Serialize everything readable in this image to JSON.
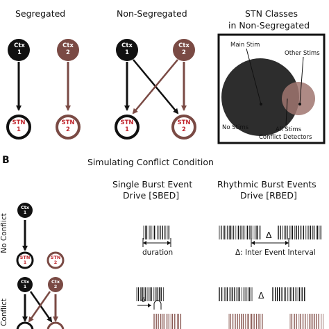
{
  "panel_a": {
    "titles": {
      "segregated": "Segregated",
      "non_segregated": "Non-Segregated",
      "stn_classes_line1": "STN Classes",
      "stn_classes_line2": "in Non-Segregated"
    },
    "node_ctx1": "Ctx\n1",
    "node_ctx2": "Ctx\n2",
    "node_stn1": "STN\n1",
    "node_stn2": "STN\n2",
    "venn": {
      "main_stim": "Main Stim",
      "other_stims": "Other Stims",
      "no_stims": "No Stims",
      "all_stims": "All Stims",
      "conflict_detectors": "Conflict Detectors"
    },
    "colors": {
      "black": "#111111",
      "brown": "#7a4a44",
      "light_brown": "#b58a84",
      "stn_red": "#c0262e"
    }
  },
  "panel_b": {
    "letter": "B",
    "title": "Simulating Conflict Condition",
    "col_sbed_line1": "Single Burst Event",
    "col_sbed_line2": "Drive [SBED]",
    "col_rbed_line1": "Rhythmic Burst Events",
    "col_rbed_line2": "Drive [RBED]",
    "row_no_conflict": "No Conflict",
    "row_conflict": "Conflict",
    "duration": "duration",
    "delta": "Δ",
    "interval_label": "Δ: Inter Event Interval",
    "delta_small": "δ"
  }
}
